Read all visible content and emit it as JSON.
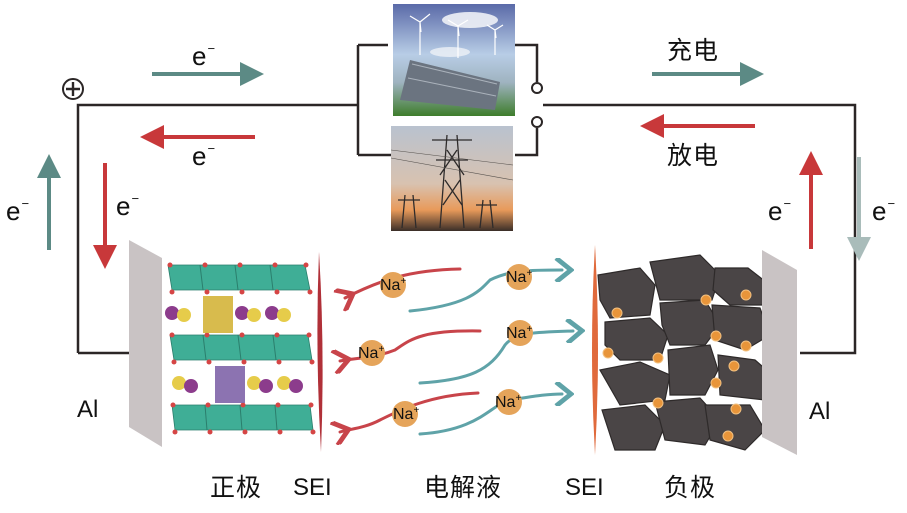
{
  "colors": {
    "charge": "#5c8a85",
    "discharge": "#c8383a",
    "wire": "#2b2626",
    "current_collector": "#c9c3c4",
    "sei_cathode": "#b03038",
    "sei_anode": "#e06a3c",
    "cathode_octahedra": "#3fae96",
    "anode_particles": "#4a4546",
    "na_ion": "#e5a45a"
  },
  "top": {
    "source_images": [
      "renewable-energy-photo",
      "power-grid-photo"
    ],
    "charge_label": "充电",
    "discharge_label": "放电",
    "electron_symbol": "e",
    "electron_charge": "−",
    "positive_terminal": "⊕"
  },
  "cell": {
    "left_collector_label": "Al",
    "right_collector_label": "Al",
    "cathode_label": "正极",
    "anode_label": "负极",
    "sei_left_label": "SEI",
    "sei_right_label": "SEI",
    "electrolyte_label": "电解液",
    "ion_label": "Na",
    "ion_charge": "+"
  }
}
